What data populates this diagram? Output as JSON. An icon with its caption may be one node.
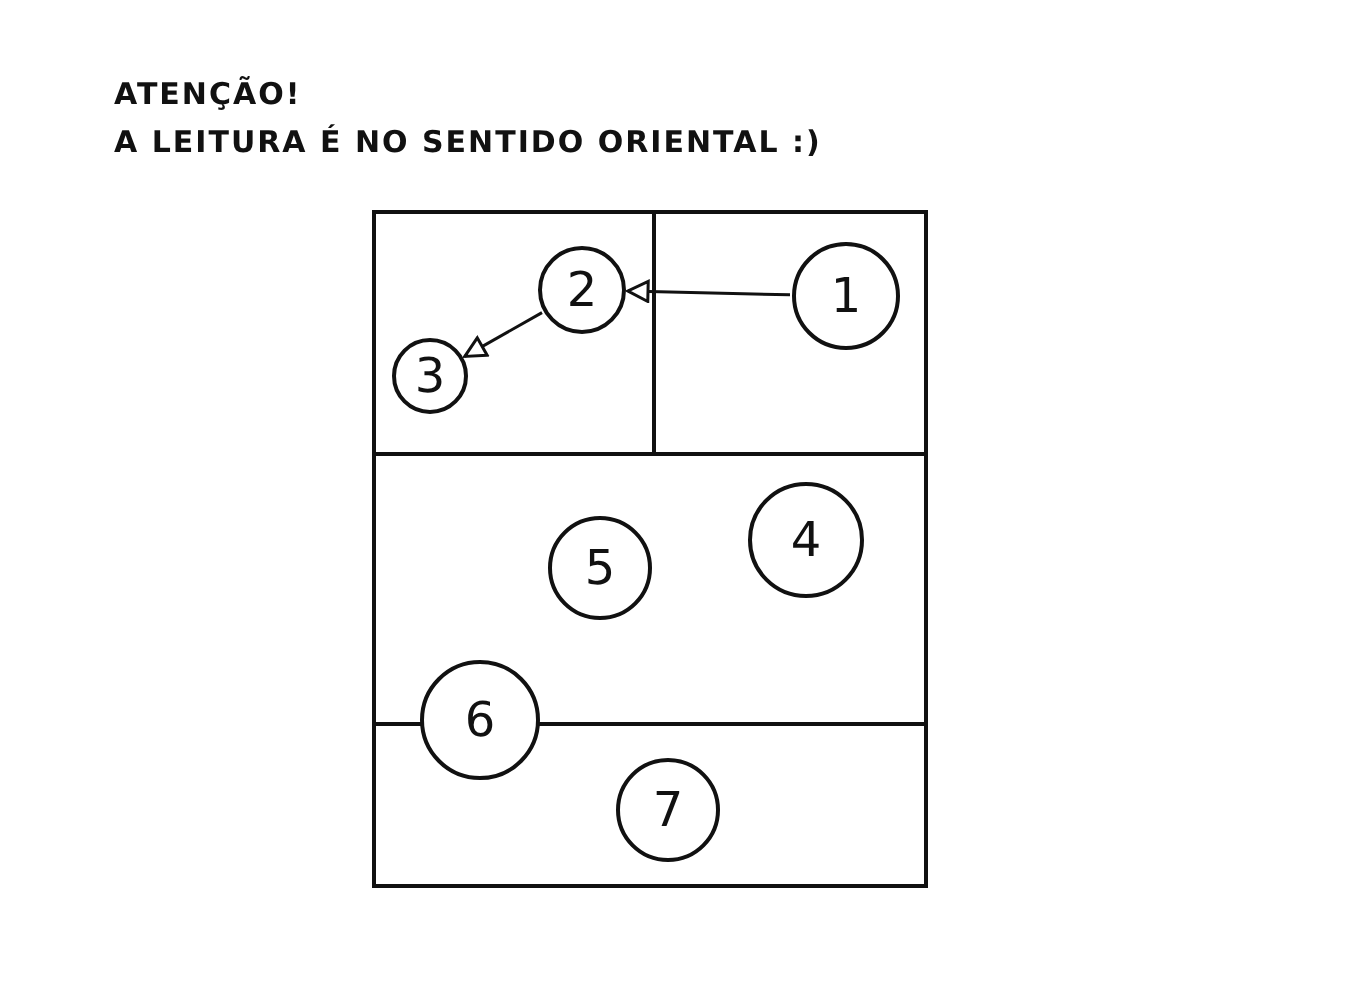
{
  "diagram": {
    "title": "ATENÇÃO!",
    "nodes": [
      {
        "text": [],
        "shape": "box"
      },
      {
        "text": [],
        "shape": "box",
        "in": 0
      },
      {
        "text": [
          "2"
        ],
        "in": 1
      },
      {
        "text": [
          "3"
        ],
        "in": 1
      },
      {
        "text": [],
        "shape": "box",
        "in": 0
      },
      {
        "text": [
          "1"
        ],
        "in": 4
      },
      {
        "text": [],
        "shape": "box",
        "in": 0
      },
      {
        "text": [
          "5"
        ],
        "in": 6
      },
      {
        "text": [
          "4"
        ],
        "in": 6
      },
      {
        "text": [
          "6"
        ],
        "in": 0
      },
      {
        "text": [],
        "shape": "box",
        "in": 0
      },
      {
        "text": [
          "7"
        ],
        "in": 10
      }
    ],
    "edges": [
      {
        "from": 5,
        "to": 2,
        "arrow": "to"
      },
      {
        "from": 2,
        "to": 3,
        "arrow": "to"
      }
    ],
    "labels": [
      "A LEITURA É NO SENTIDO ORIENTAL :)"
    ]
  }
}
